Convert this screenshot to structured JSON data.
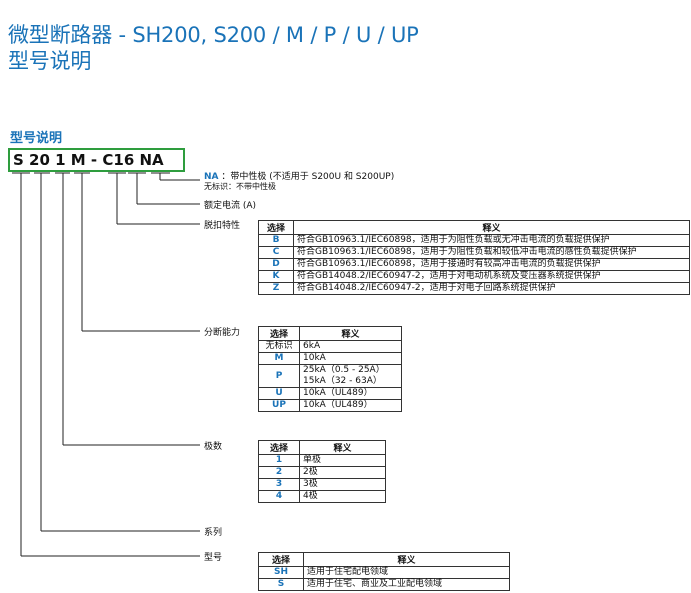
{
  "header": {
    "title_line1": "微型断路器 - SH200, S200 / M / P / U / UP",
    "title_line2": "型号说明"
  },
  "section": {
    "heading": "型号说明",
    "model_code": "S 20 1 M - C16 NA"
  },
  "labels": {
    "na_key": "NA",
    "na_desc": "：带中性极 (不适用于 S200U 和 S200UP)",
    "no_mark_desc": "无标识：不带中性极",
    "rated_current": "额定电流 (A)",
    "trip_characteristic": "脱扣特性",
    "breaking_capacity": "分断能力",
    "poles": "极数",
    "series": "系列",
    "model": "型号"
  },
  "trip_table": {
    "headers": [
      "选择",
      "释义"
    ],
    "rows": [
      {
        "code": "B",
        "desc": "符合GB10963.1/IEC60898，适用于为阻性负载或无冲击电流的负载提供保护"
      },
      {
        "code": "C",
        "desc": "符合GB10963.1/IEC60898，适用于为阻性负载和较低冲击电流的感性负载提供保护"
      },
      {
        "code": "D",
        "desc": "符合GB10963.1/IEC60898，适用于接通时有较高冲击电流的负载提供保护"
      },
      {
        "code": "K",
        "desc": "符合GB14048.2/IEC60947-2，适用于对电动机系统及变压器系统提供保护"
      },
      {
        "code": "Z",
        "desc": "符合GB14048.2/IEC60947-2，适用于对电子回路系统提供保护"
      }
    ]
  },
  "breaking_table": {
    "headers": [
      "选择",
      "释义"
    ],
    "rows": [
      {
        "code": "无标识",
        "desc": "6kA"
      },
      {
        "code": "M",
        "desc": "10kA"
      },
      {
        "code": "P",
        "desc": "25kA（0.5 - 25A）",
        "desc2": "15kA（32 - 63A）"
      },
      {
        "code": "U",
        "desc": "10kA（UL489）"
      },
      {
        "code": "UP",
        "desc": "10kA（UL489）"
      }
    ]
  },
  "poles_table": {
    "headers": [
      "选择",
      "释义"
    ],
    "rows": [
      {
        "code": "1",
        "desc": "单极"
      },
      {
        "code": "2",
        "desc": "2极"
      },
      {
        "code": "3",
        "desc": "3极"
      },
      {
        "code": "4",
        "desc": "4极"
      }
    ]
  },
  "model_table": {
    "headers": [
      "选择",
      "释义"
    ],
    "rows": [
      {
        "code": "SH",
        "desc": "适用于住宅配电领域"
      },
      {
        "code": "S",
        "desc": "适用于住宅、商业及工业配电领域"
      }
    ]
  },
  "colors": {
    "title_blue": "#1a73b8",
    "code_box_green": "#2e9d3e"
  }
}
